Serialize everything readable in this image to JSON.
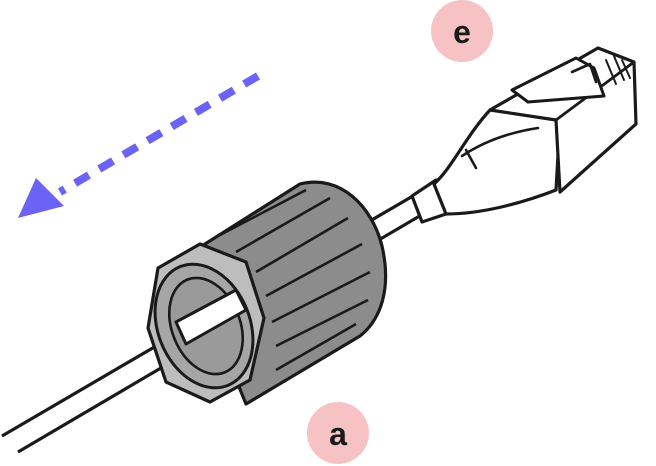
{
  "colors": {
    "background": "#ffffff",
    "outline": "#1a1a1a",
    "cable": "#ffffff",
    "connector_body": "#ffffff",
    "nut_fill": "#8c8c8c",
    "nut_face": "#bdbdbd",
    "nut_inner": "#a6a6a6",
    "arrow": "#6b63f5",
    "callout_fill": "#f6c2c4",
    "callout_text": "#1a1a1a"
  },
  "callouts": {
    "connector": {
      "label": "e"
    },
    "nut": {
      "label": "a"
    }
  },
  "arrow": {
    "direction": "toward-lower-left",
    "style": "dashed"
  }
}
